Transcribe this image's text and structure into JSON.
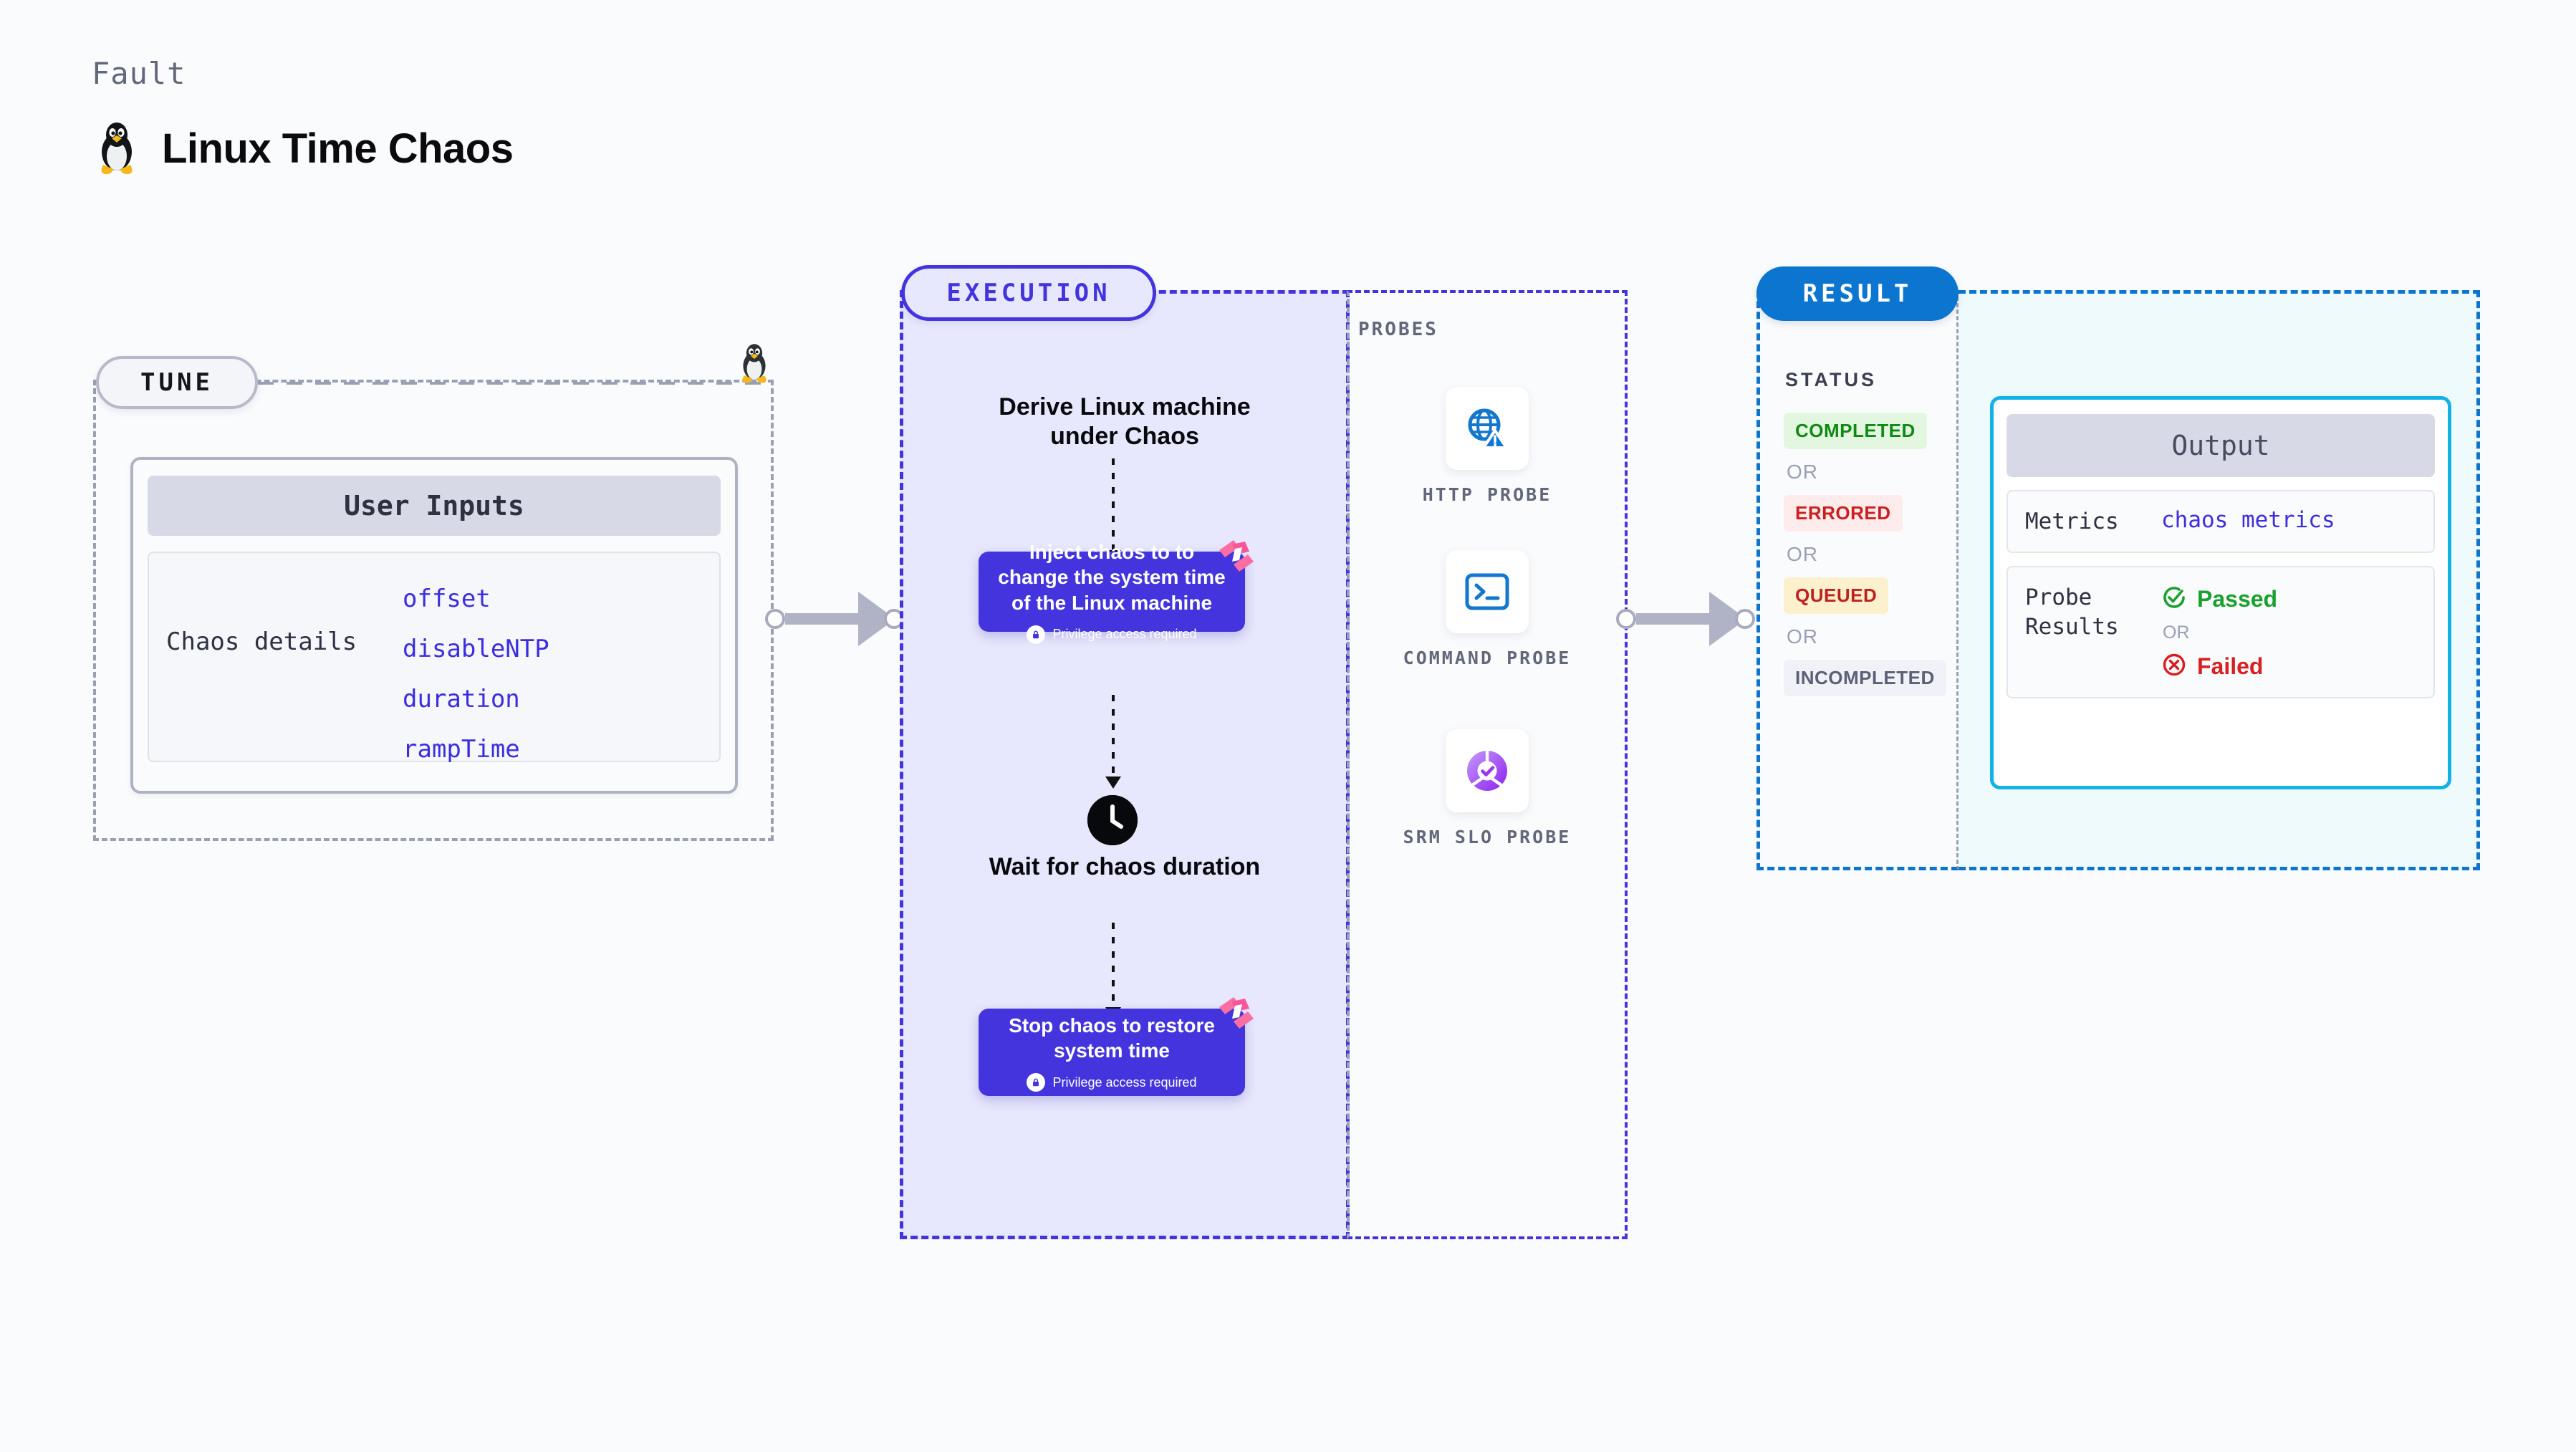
{
  "header": {
    "kicker": "Fault",
    "title": "Linux Time Chaos",
    "icon": "linux-penguin-icon"
  },
  "sections": {
    "tune": {
      "label": "TUNE"
    },
    "execution": {
      "label": "EXECUTION"
    },
    "probes": {
      "label": "PROBES"
    },
    "result": {
      "label": "RESULT"
    }
  },
  "tune": {
    "card_title": "User Inputs",
    "detail_key": "Chaos details",
    "detail_values": [
      "offset",
      "disableNTP",
      "duration",
      "rampTime"
    ]
  },
  "execution": {
    "step1_title": "Derive Linux machine under Chaos",
    "step2_box_title": "Inject chaos to to change the system time of the Linux machine",
    "step2_box_note": "Privilege access required",
    "step3_title": "Wait for chaos duration",
    "step3_icon": "clock-icon",
    "step4_box_title": "Stop chaos to restore system time",
    "step4_box_note": "Privilege access required",
    "badge_icon": "harness-logo-icon"
  },
  "probes": {
    "items": [
      {
        "label": "HTTP PROBE",
        "icon": "globe-warning-icon"
      },
      {
        "label": "COMMAND PROBE",
        "icon": "terminal-icon"
      },
      {
        "label": "SRM SLO PROBE",
        "icon": "srm-slo-check-icon"
      }
    ]
  },
  "result": {
    "status_label": "STATUS",
    "or_label": "OR",
    "statuses": [
      {
        "label": "COMPLETED",
        "style": "b-completed"
      },
      {
        "label": "ERRORED",
        "style": "b-errored"
      },
      {
        "label": "QUEUED",
        "style": "b-queued"
      },
      {
        "label": "INCOMPLETED",
        "style": "b-incomplete"
      }
    ]
  },
  "output": {
    "title": "Output",
    "metrics_key": "Metrics",
    "metrics_value": "chaos metrics",
    "probe_results_key": "Probe Results",
    "passed_label": "Passed",
    "failed_label": "Failed",
    "or_label": "OR",
    "passed_icon": "check-circle-icon",
    "failed_icon": "x-circle-icon"
  },
  "colors": {
    "page_bg": "#fafbfd",
    "accent_purple": "#4334dd",
    "exec_fill": "#e7e8fd",
    "result_blue": "#0b75cf",
    "output_cyan": "#12b1e8",
    "output_fill": "#effafd",
    "probe_blue": "#1277cf",
    "harness_pink": "#fa6ea2",
    "pass_green": "#1aa02c",
    "fail_red": "#d91f1f",
    "muted_gray": "#9aa0b4"
  }
}
